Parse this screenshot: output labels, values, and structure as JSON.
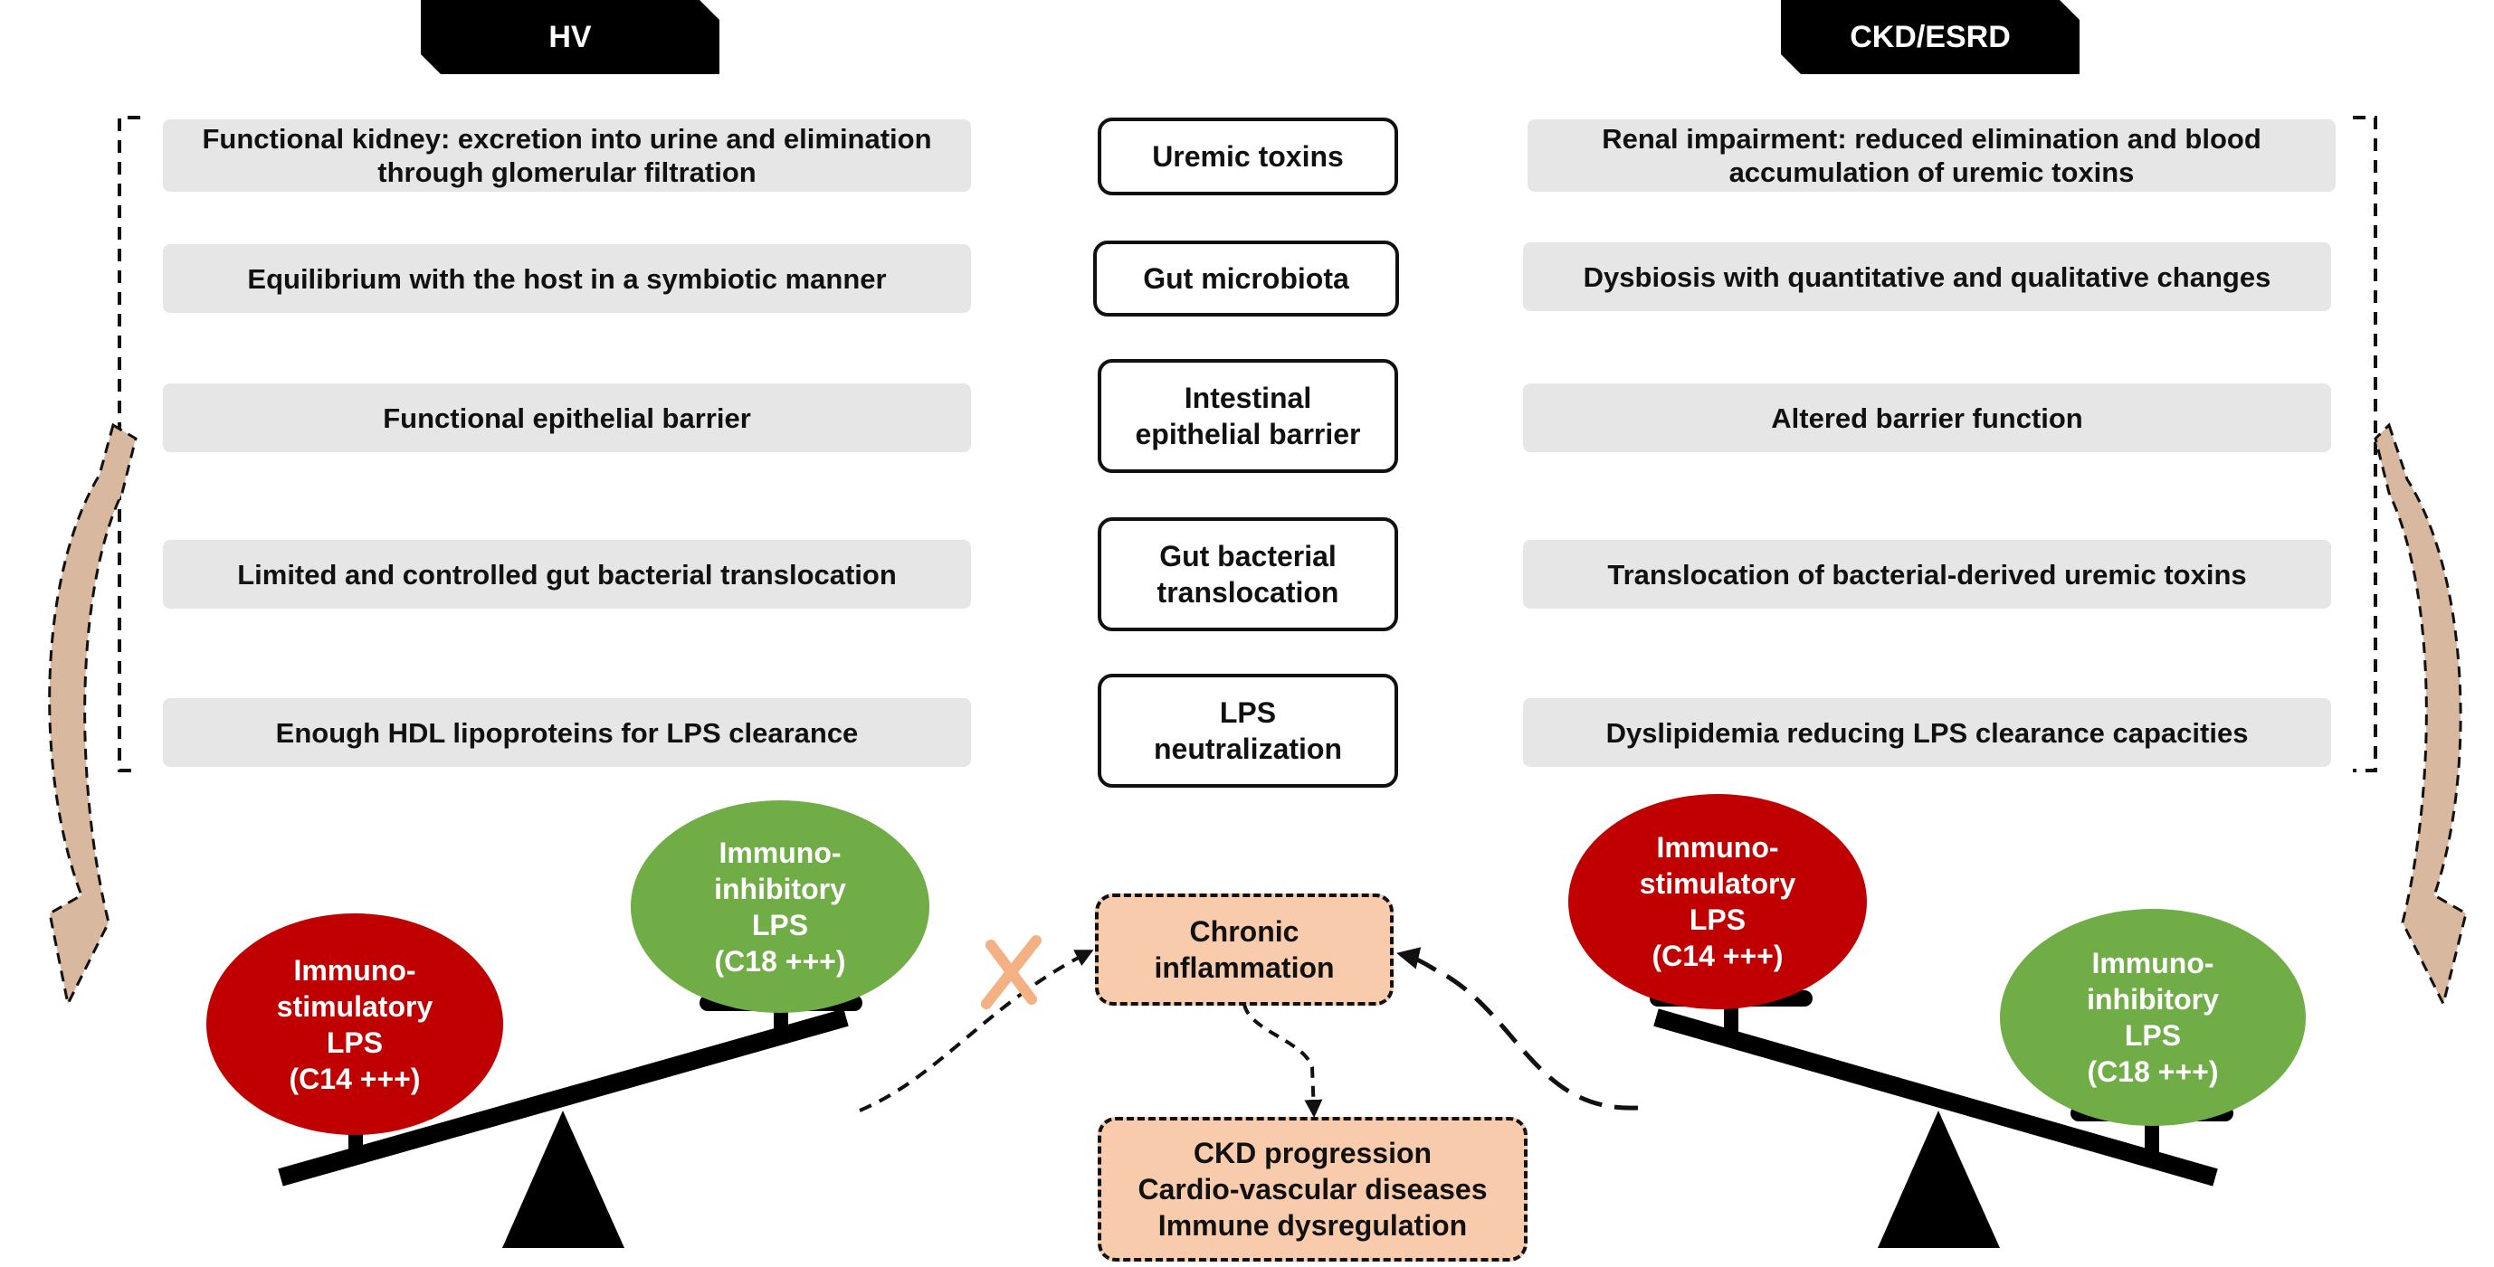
{
  "headers": {
    "left": "HV",
    "right": "CKD/ESRD"
  },
  "rows": [
    {
      "left": "Functional kidney: excretion into urine and elimination\nthrough glomerular filtration",
      "center": "Uremic toxins",
      "right": "Renal impairment: reduced elimination and blood\naccumulation of uremic toxins"
    },
    {
      "left": "Equilibrium with the host in a symbiotic manner",
      "center": "Gut microbiota",
      "right": "Dysbiosis with quantitative and qualitative changes"
    },
    {
      "left": "Functional epithelial barrier",
      "center": "Intestinal\nepithelial barrier",
      "right": "Altered barrier function"
    },
    {
      "left": "Limited and controlled gut bacterial translocation",
      "center": "Gut bacterial\ntranslocation",
      "right": "Translocation of bacterial-derived uremic toxins"
    },
    {
      "left": "Enough HDL lipoproteins for LPS clearance",
      "center": "LPS\nneutralization",
      "right": "Dyslipidemia reducing LPS clearance capacities"
    }
  ],
  "balls": {
    "stimulatory": "Immuno-\nstimulatory\nLPS\n(C14 +++)",
    "inhibitory": "Immuno-\ninhibitory\nLPS\n(C18 +++)"
  },
  "inflammation": "Chronic\ninflammation",
  "outcomes": "CKD progression\nCardio-vascular diseases\nImmune dysregulation",
  "colors": {
    "stimulatory": "#c00000",
    "inhibitory": "#70ad47",
    "row_fill": "#e7e6e6",
    "peach": "#f8cbad",
    "arrow_fill": "#d9b8a0"
  }
}
